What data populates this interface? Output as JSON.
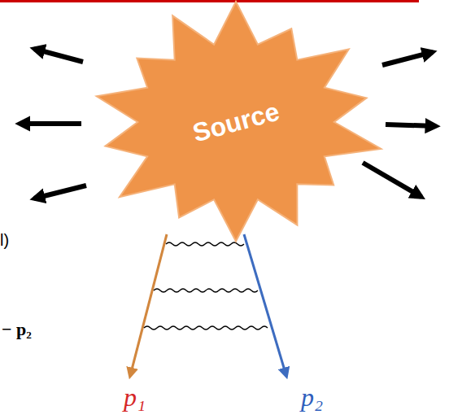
{
  "diagram": {
    "nodes": [
      {
        "text": [
          "Source"
        ]
      }
    ],
    "labels": [
      "l)",
      "− p₂",
      "p₁",
      "p₂"
    ]
  }
}
